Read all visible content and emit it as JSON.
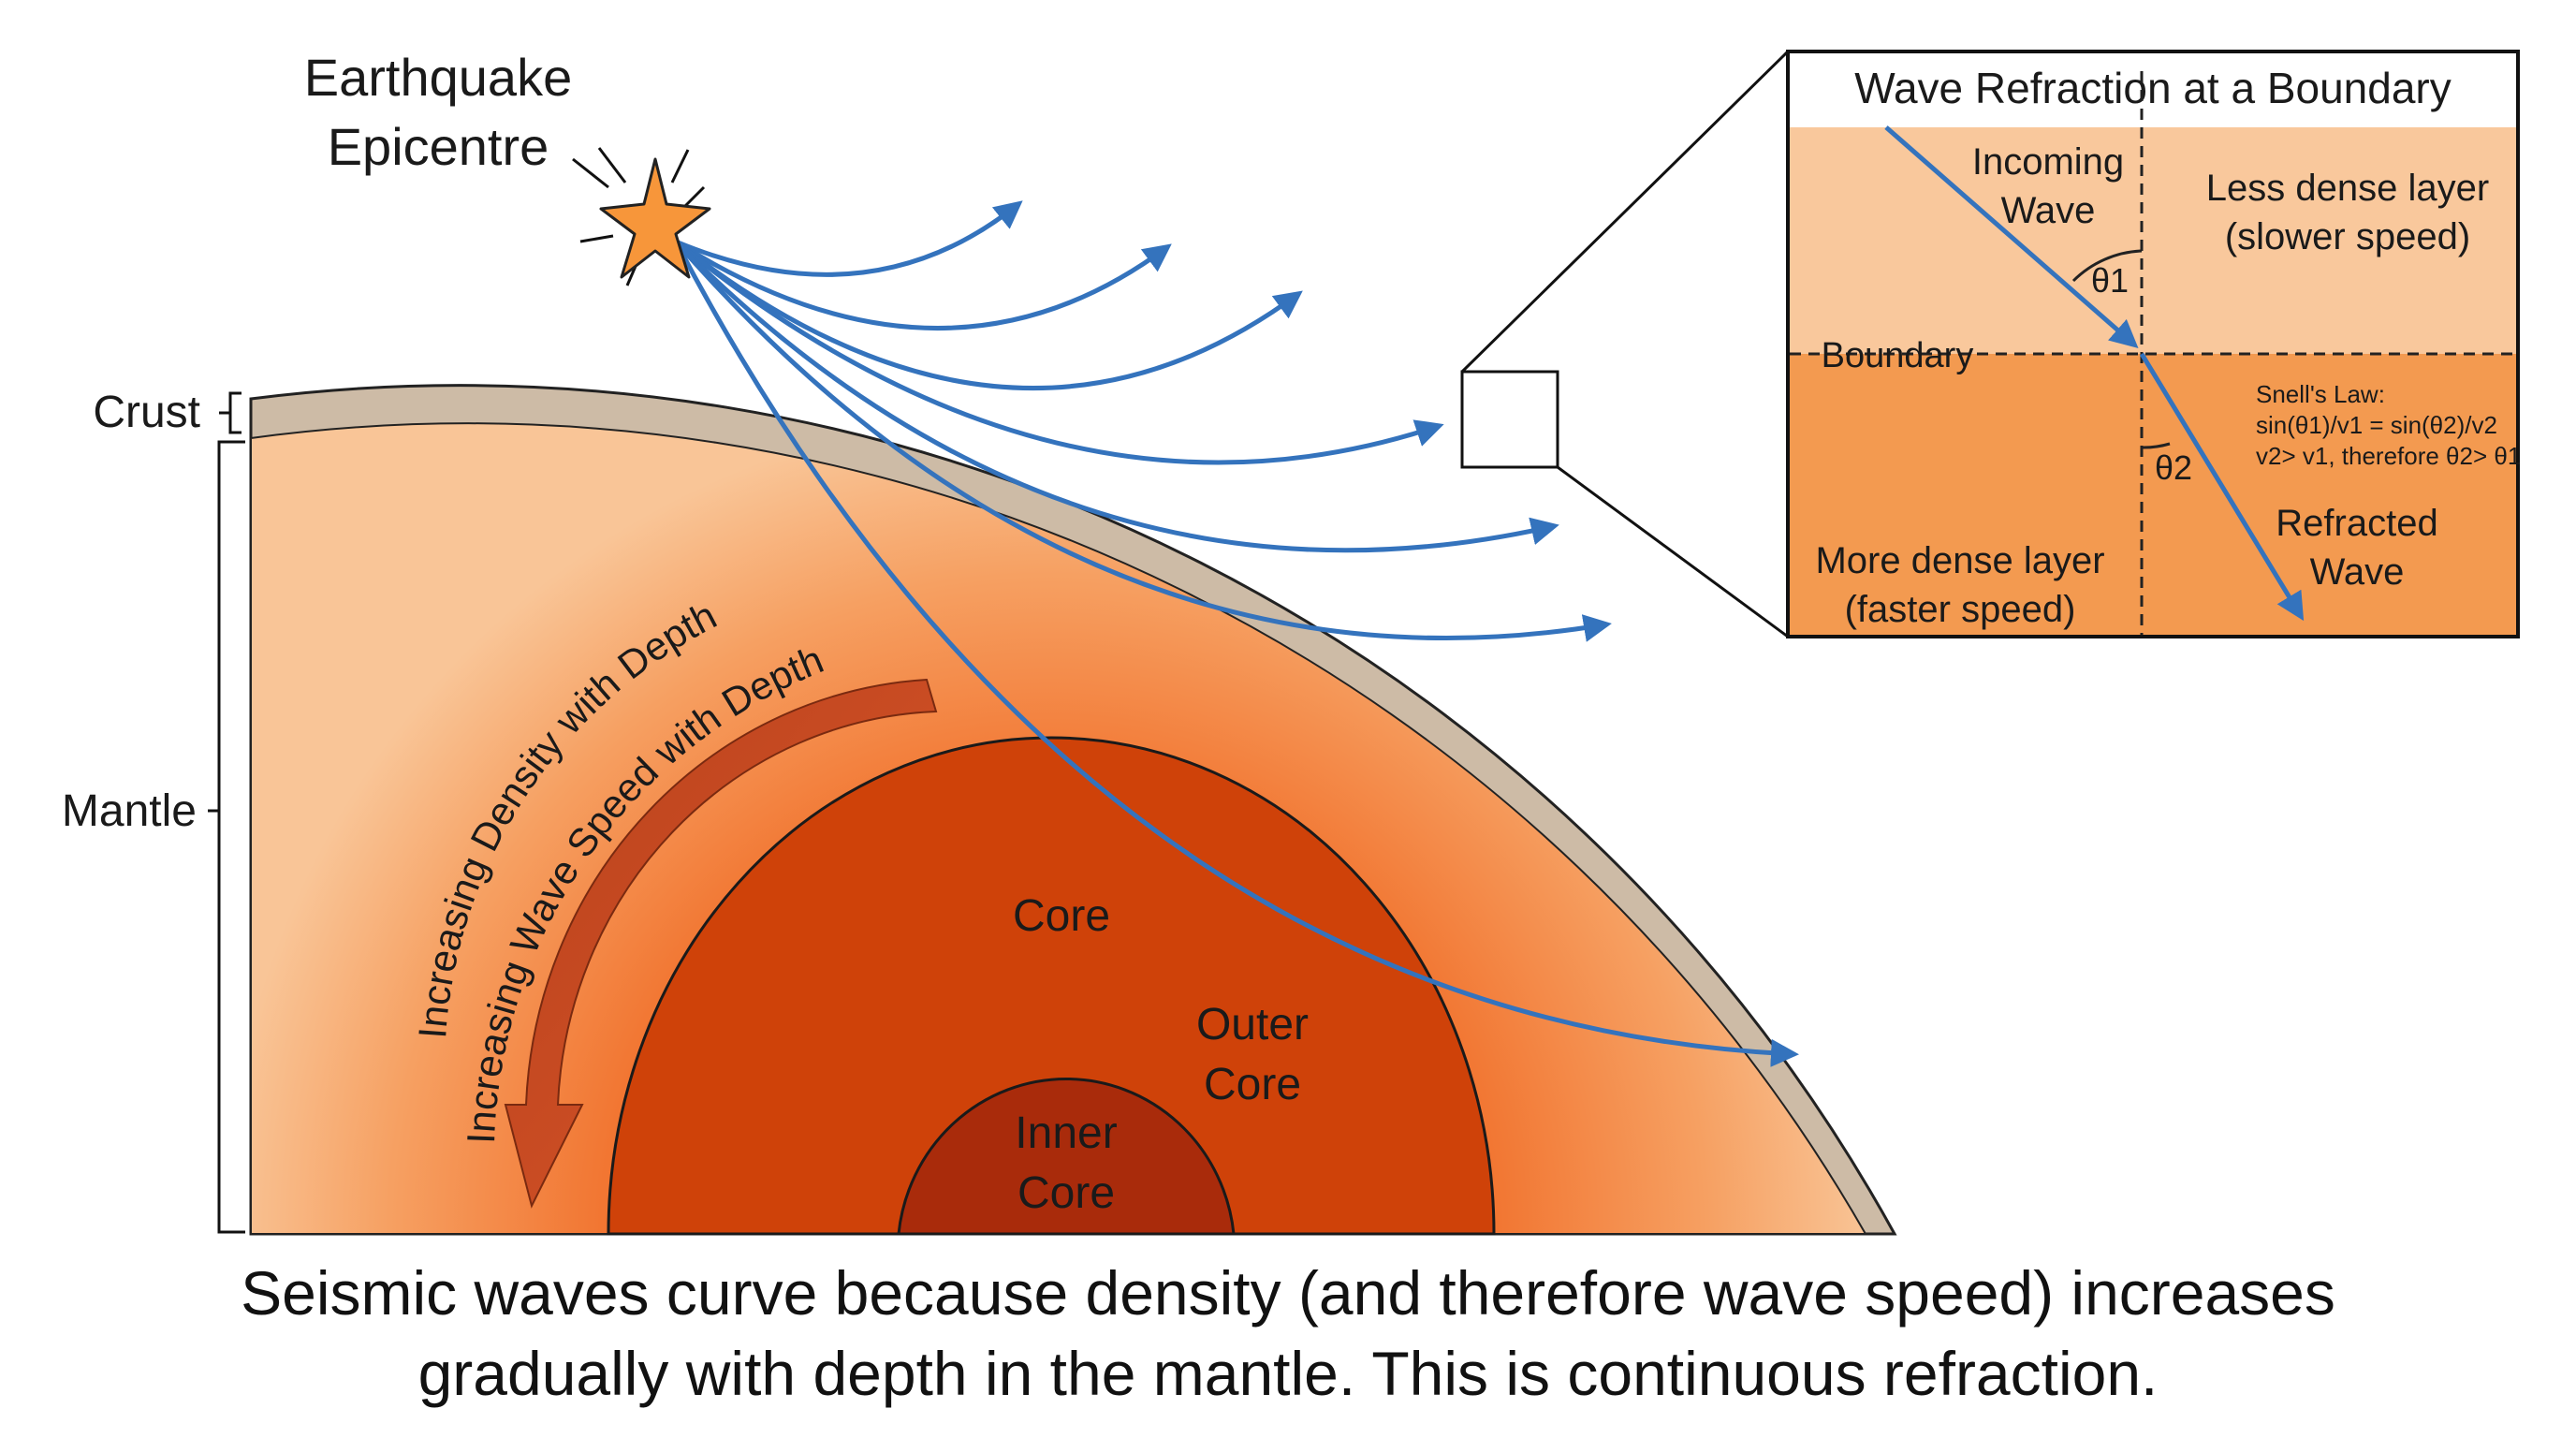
{
  "labels": {
    "epicentre_line1": "Earthquake",
    "epicentre_line2": "Epicentre",
    "crust": "Crust",
    "mantle": "Mantle",
    "core": "Core",
    "outer_core_line1": "Outer",
    "outer_core_line2": "Core",
    "inner_core_line1": "Inner",
    "inner_core_line2": "Core",
    "density_arrow": "Increasing Density with Depth",
    "speed_arrow": "Increasing Wave Speed with Depth"
  },
  "inset": {
    "title": "Wave Refraction at a Boundary",
    "incoming_line1": "Incoming",
    "incoming_line2": "Wave",
    "less_dense_line1": "Less dense layer",
    "less_dense_line2": "(slower speed)",
    "boundary": "Boundary",
    "theta1": "θ1",
    "theta2": "θ2",
    "snell_title": "Snell's Law:",
    "snell_eq": "sin(θ1)/v1 = sin(θ2)/v2",
    "snell_ineq": "v2> v1, therefore θ2> θ1",
    "more_dense_line1": "More dense layer",
    "more_dense_line2": "(faster speed)",
    "refracted_line1": "Refracted",
    "refracted_line2": "Wave"
  },
  "caption": {
    "line1": "Seismic waves curve because density (and therefore wave speed) increases",
    "line2": "gradually with depth in the mantle. This is continuous refraction."
  },
  "colors": {
    "crust": "#cdbba6",
    "mantle_light": "#f9c193",
    "mantle_deep": "#f0702a",
    "outer_core": "#cf4209",
    "inner_core": "#a92b0b",
    "wave": "#3473bd",
    "inset_upper": "#f9c89c",
    "inset_lower": "#f39a50",
    "arrow": "#cf4a22"
  }
}
